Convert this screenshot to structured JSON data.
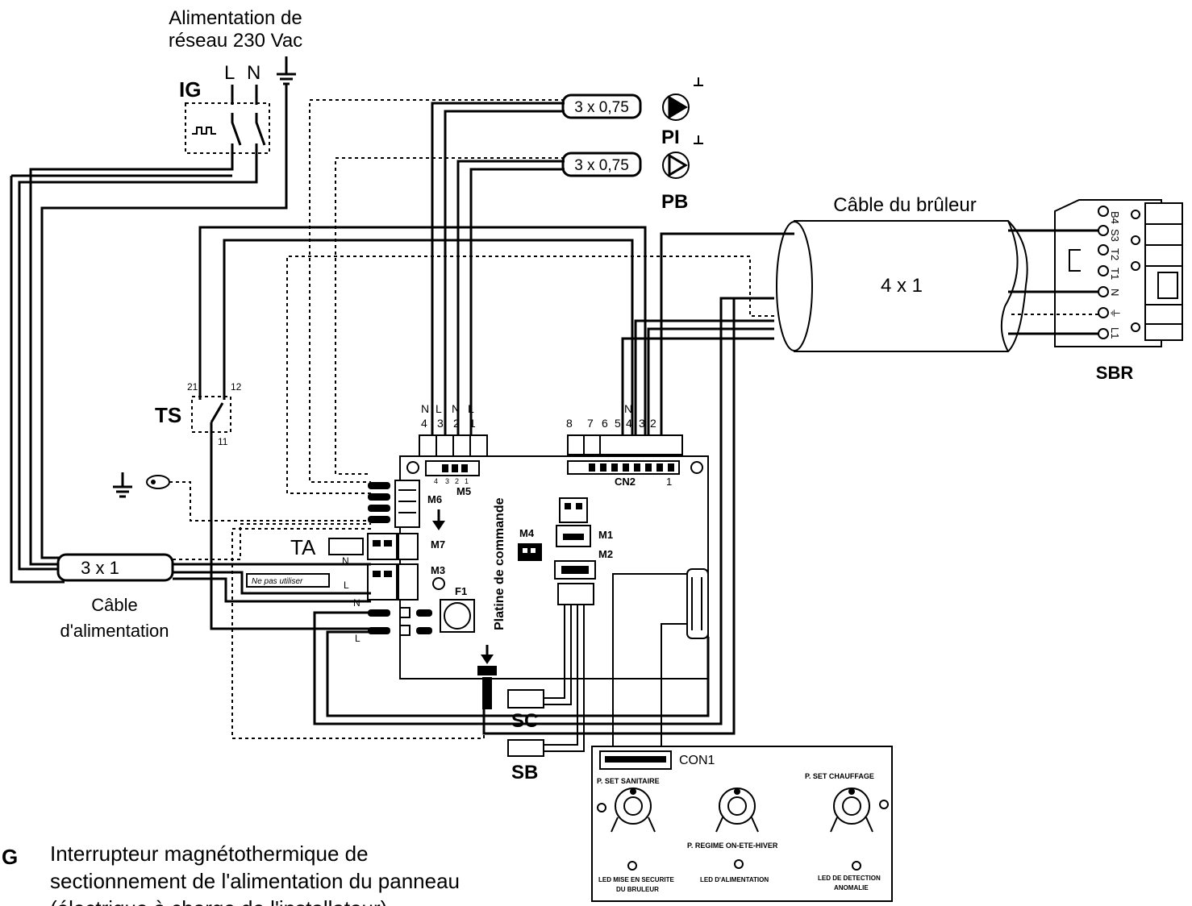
{
  "supply": {
    "title_line1": "Alimentation de",
    "title_line2": "réseau 230 Vac",
    "l": "L",
    "n": "N"
  },
  "ig": {
    "label": "IG"
  },
  "ts": {
    "label": "TS",
    "t21": "21",
    "t12": "12",
    "t11": "11"
  },
  "pumps": {
    "pi": {
      "label": "PI",
      "cable": "3 x 0,75"
    },
    "pb": {
      "label": "PB",
      "cable": "3 x 0,75"
    }
  },
  "burner": {
    "cable_title": "Câble du brûleur",
    "cable_spec": "4 x 1",
    "connector": "SBR",
    "pins": [
      "B4",
      "S3",
      "T2",
      "T1",
      "N",
      "⏚",
      "L1"
    ]
  },
  "m5": {
    "tops": [
      "N",
      "L",
      "N",
      "L"
    ],
    "nums": [
      "4",
      "3",
      "2",
      "1"
    ],
    "label": "M5",
    "pins": [
      "4",
      "3",
      "2",
      "1"
    ]
  },
  "cn2": {
    "nums": [
      "8",
      "7",
      "6",
      "5",
      "4",
      "3",
      "2"
    ],
    "n_mark": "N",
    "label": "CN2",
    "one": "1"
  },
  "board": {
    "title": "Platine de commande",
    "m6": "M6",
    "m7": "M7",
    "m3": "M3",
    "m4": "M4",
    "m1": "M1",
    "m2": "M2",
    "f1": "F1"
  },
  "supply_cable": {
    "spec": "3 x 1",
    "line1": "Câble",
    "line2": "d'alimentation",
    "n1": "N",
    "l1": "L",
    "n2": "N",
    "l2": "L",
    "ne_pas": "Ne pas utiliser"
  },
  "ta": {
    "label": "TA"
  },
  "sensors": {
    "sc": "SC",
    "sb": "SB"
  },
  "panel": {
    "con": "CON1",
    "set_sanitaire": "P. SET SANITAIRE",
    "set_chauffage": "P. SET CHAUFFAGE",
    "regime": "P. REGIME ON-ETE-HIVER",
    "led1_l1": "LED MISE EN SECURITE",
    "led1_l2": "DU BRULEUR",
    "led2": "LED D'ALIMENTATION",
    "led3_l1": "LED DE DETECTION",
    "led3_l2": "ANOMALIE"
  },
  "legend": {
    "key": "G",
    "line1": "Interrupteur magnétothermique de",
    "line2": "sectionnement de l'alimentation du panneau",
    "line3": "(électrique à charge de l'installateur)"
  }
}
